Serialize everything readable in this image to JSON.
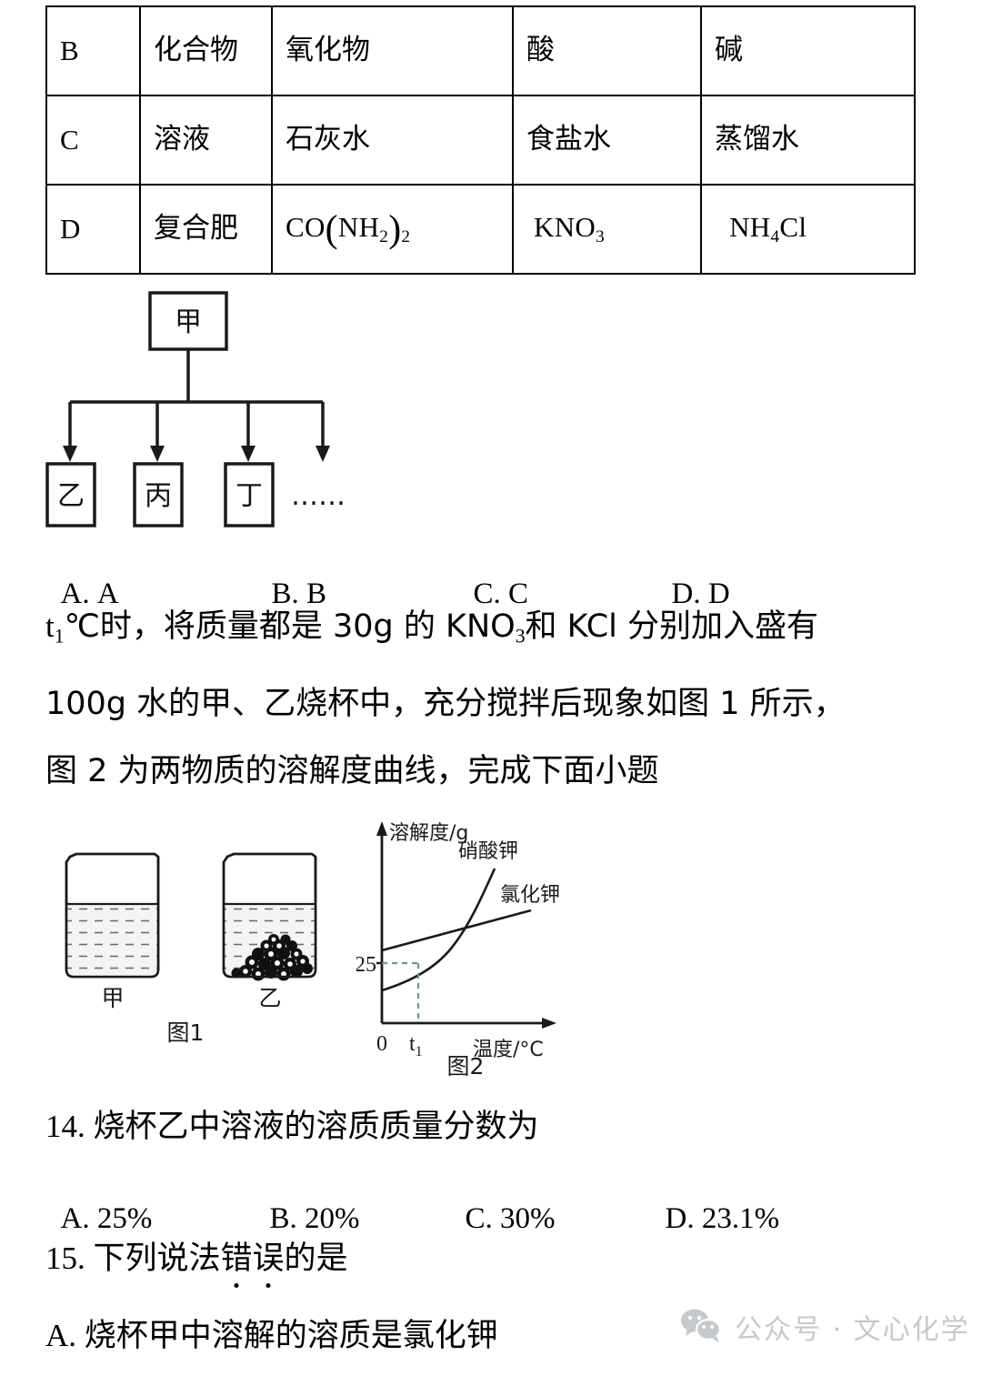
{
  "table": {
    "columns": [
      "letter",
      "category",
      "example_a",
      "example_b",
      "example_c"
    ],
    "rows": [
      {
        "letter": "B",
        "category": "化合物",
        "a": "氧化物",
        "b": "酸",
        "c": "碱"
      },
      {
        "letter": "C",
        "category": "溶液",
        "a": "石灰水",
        "b": "食盐水",
        "c": "蒸馏水"
      },
      {
        "letter": "D",
        "category": "复合肥",
        "a_formula": "CO(NH2)2",
        "b_formula": "KNO3",
        "c_formula": "NH4Cl"
      }
    ]
  },
  "flowchart": {
    "root": "甲",
    "children": [
      "乙",
      "丙",
      "丁"
    ],
    "ellipsis": "……"
  },
  "options_top": [
    {
      "label": "A.",
      "value": "A"
    },
    {
      "label": "B.",
      "value": "B"
    },
    {
      "label": "C.",
      "value": "C"
    },
    {
      "label": "D.",
      "value": "D"
    }
  ],
  "stem": {
    "line1_pre": "t",
    "line1_sub": "1",
    "line1_a": "℃时，将质量都是 30g 的 KNO",
    "line1_sub2": "3",
    "line1_b": "和 KCl 分别加入盛有",
    "line2": "100g 水的甲、乙烧杯中，充分搅拌后现象如图 1 所示，",
    "line3": "图 2 为两物质的溶解度曲线，完成下面小题"
  },
  "figure1": {
    "caption": "图1",
    "beaker_left_label": "甲",
    "beaker_right_label": "乙"
  },
  "figure2": {
    "caption": "图2",
    "y_axis_label": "溶解度/g",
    "x_axis_label": "温度/°C",
    "origin_label": "0",
    "x_tick_label": "t",
    "x_tick_sub": "1",
    "y_tick_label": "25",
    "curve_labels": [
      "硝酸钾",
      "氯化钾"
    ],
    "guide_color": "#5e9b96"
  },
  "chart_data": {
    "type": "line",
    "title": "图2",
    "xlabel": "温度/°C",
    "ylabel": "溶解度/g",
    "xlim": [
      0,
      100
    ],
    "ylim": [
      0,
      100
    ],
    "grid": false,
    "legend_position": "inline-labels",
    "annotations": [
      {
        "text": "25",
        "axis": "y",
        "value": 25
      },
      {
        "text": "t1",
        "axis": "x",
        "value": 22
      },
      {
        "text": "虚线: 25 与 硝酸钾曲线 在 t1 处相交",
        "type": "dashed-guide"
      }
    ],
    "series": [
      {
        "name": "硝酸钾",
        "x": [
          0,
          10,
          20,
          22,
          30,
          40,
          50,
          58
        ],
        "values": [
          12,
          18,
          24,
          25,
          34,
          47,
          63,
          78
        ]
      },
      {
        "name": "氯化钾",
        "x": [
          0,
          10,
          20,
          30,
          40,
          50,
          60,
          70
        ],
        "values": [
          28,
          31,
          34,
          37,
          40,
          43,
          46,
          49
        ]
      }
    ]
  },
  "question14": {
    "number": "14.",
    "text": "烧杯乙中溶液的溶质质量分数为",
    "options": [
      {
        "label": "A.",
        "value": "25%"
      },
      {
        "label": "B.",
        "value": "20%"
      },
      {
        "label": "C.",
        "value": "30%"
      },
      {
        "label": "D.",
        "value": "23.1%"
      }
    ]
  },
  "question15": {
    "number": "15.",
    "text_before": "下列说法",
    "text_emph": "错误",
    "text_after": "的是",
    "option_a_label": "A.",
    "option_a_text": "烧杯甲中溶解的溶质是氯化钾"
  },
  "footer": {
    "icon": "wechat-icon",
    "text": "公众号 · 文心化学"
  }
}
